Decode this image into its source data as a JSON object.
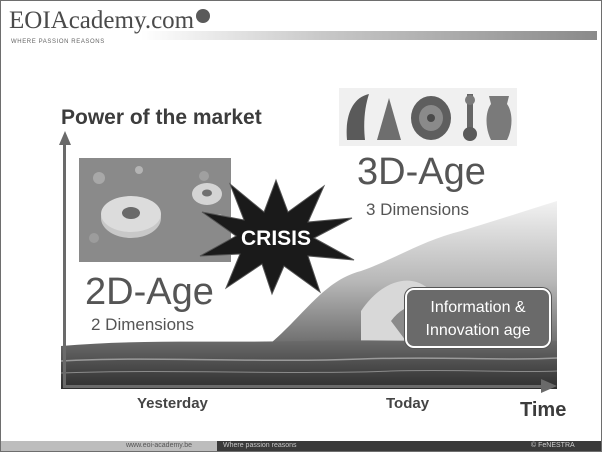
{
  "header": {
    "logo_text": "EOIAcademy.com",
    "tagline": "WHERE PASSION REASONS"
  },
  "slide": {
    "title": "Power of the market",
    "crisis_label": "CRISIS",
    "age_3d": {
      "title": "3D-Age",
      "subtitle": "3 Dimensions"
    },
    "age_2d": {
      "title": "2D-Age",
      "subtitle": "2 Dimensions"
    },
    "info_box": {
      "line1": "Information &",
      "line2": "Innovation age"
    },
    "x_axis": {
      "yesterday": "Yesterday",
      "today": "Today",
      "time": "Time"
    }
  },
  "footer": {
    "url": "www.eoi-academy.be",
    "tagline": "Where passion reasons",
    "copyright": "© FeNESTRA"
  }
}
